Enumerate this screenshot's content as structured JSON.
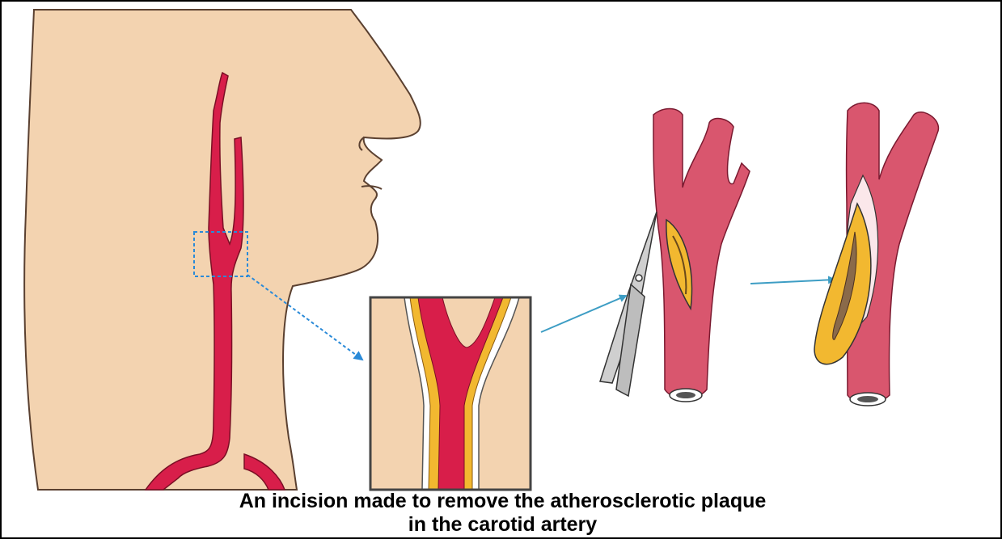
{
  "caption": {
    "line1": "An incision made to remove the atherosclerotic plaque",
    "line2": "in the carotid artery"
  },
  "colors": {
    "skin": "#f3d3b0",
    "artery": "#d81e4a",
    "artery_surgical": "#d9566e",
    "plaque": "#f2b830",
    "plaque_core": "#8a6a4a",
    "arrow": "#3d9dc4",
    "highlight_box": "#2a8ad8"
  },
  "icons": [
    "head-silhouette",
    "carotid-artery",
    "magnify-box",
    "scissors-icon",
    "incised-artery",
    "opened-artery"
  ]
}
